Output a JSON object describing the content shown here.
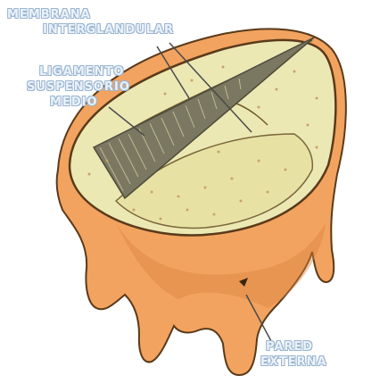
{
  "labels": {
    "membrana": [
      "MEMBRANA",
      "INTERGLANDULAR"
    ],
    "ligamento": [
      "LIGAMENTO",
      "SUSPENSORIO",
      "MEDIO"
    ],
    "pared": [
      "PARED",
      "EXTERNA"
    ]
  },
  "colors": {
    "outer_wall": "#f2a35f",
    "outer_wall_shadow": "#d9843f",
    "outline": "#5a3a1a",
    "gland_top": "#e7e2a3",
    "gland_fill": "#ece8b4",
    "gland_dots": "#c9a36a",
    "ligament": "#6b6a55",
    "label_text": "#e9f2fb",
    "label_outline": "#9bb4cf"
  }
}
